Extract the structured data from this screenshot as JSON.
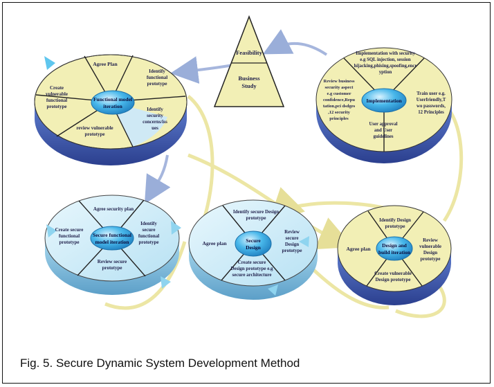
{
  "caption": "Fig. 5. Secure Dynamic System Development Method",
  "pyramid": {
    "top": "Feasibility",
    "bottom_line1": "Business",
    "bottom_line2": "Study"
  },
  "functional_model": {
    "hub_line1": "Functional model",
    "hub_line2": "iteration",
    "agree": "Agree Plan",
    "identify_line1": "Identify",
    "identify_line2": "functional",
    "identify_line3": "prototype",
    "security_line1": "Identify",
    "security_line2": "security",
    "security_line3": "concerns/iss",
    "security_line4": "ues",
    "review_line1": "review vulnerable",
    "review_line2": "prototype",
    "create_line1": "Create",
    "create_line2": "vulnerable",
    "create_line3": "functional",
    "create_line4": "prototype"
  },
  "implementation": {
    "hub": "Implementation",
    "top_line1": "Implementation with security",
    "top_line2": "e.g SQL injection, session",
    "top_line3": "hijacking,phising,spoofing,encr",
    "top_line4": "yption",
    "train_line1": "Train user e.g.",
    "train_line2": "Userfriendly,T",
    "train_line3": "wo passwords,",
    "train_line4": "12 Principles",
    "approval_line1": "User approval",
    "approval_line2": "and User",
    "approval_line3": "guidelines",
    "review_line1": "Review business",
    "review_line2": "security aspect",
    "review_line3": "e.g customer",
    "review_line4": "confidence,Repu",
    "review_line5": "tation,pci dsdges",
    "review_line6": ",12 security",
    "review_line7": "principles"
  },
  "secure_functional": {
    "hub_line1": "Secure functional",
    "hub_line2": "model iteration",
    "agree": "Agree security plan",
    "identify_line1": "Identify",
    "identify_line2": "secure",
    "identify_line3": "functional",
    "identify_line4": "prototype",
    "review_line1": "Review secure",
    "review_line2": "prototype",
    "create_line1": "Create secure",
    "create_line2": "functional",
    "create_line3": "prototype"
  },
  "secure_design": {
    "hub_line1": "Secure",
    "hub_line2": "Design",
    "identify_line1": "Identify secure Design",
    "identify_line2": "prototype",
    "review_line1": "Review",
    "review_line2": "secure",
    "review_line3": "Design",
    "review_line4": "prototype",
    "create_line1": "Create secure",
    "create_line2": "Design prototype e.g",
    "create_line3": "secure architecture",
    "agree": "Agree plan"
  },
  "design_build": {
    "hub_line1": "Design and",
    "hub_line2": "build iteration",
    "identify_line1": "Identify Design",
    "identify_line2": "prototype",
    "review_line1": "Review",
    "review_line2": "vulnerable",
    "review_line3": "Design",
    "review_line4": "prototype",
    "create_line1": "Create vulnerable",
    "create_line2": "Design prototype",
    "agree": "Agree plan"
  },
  "colors": {
    "disk_face": "#f2efb5",
    "disk_side": "#4a63b8",
    "disk_face_blue": "#cfe9f5",
    "disk_side_blue": "#7fb2d6",
    "hub": "#48b7ea",
    "loop": "#ece6a4",
    "arrow": "#a6b6dd"
  }
}
